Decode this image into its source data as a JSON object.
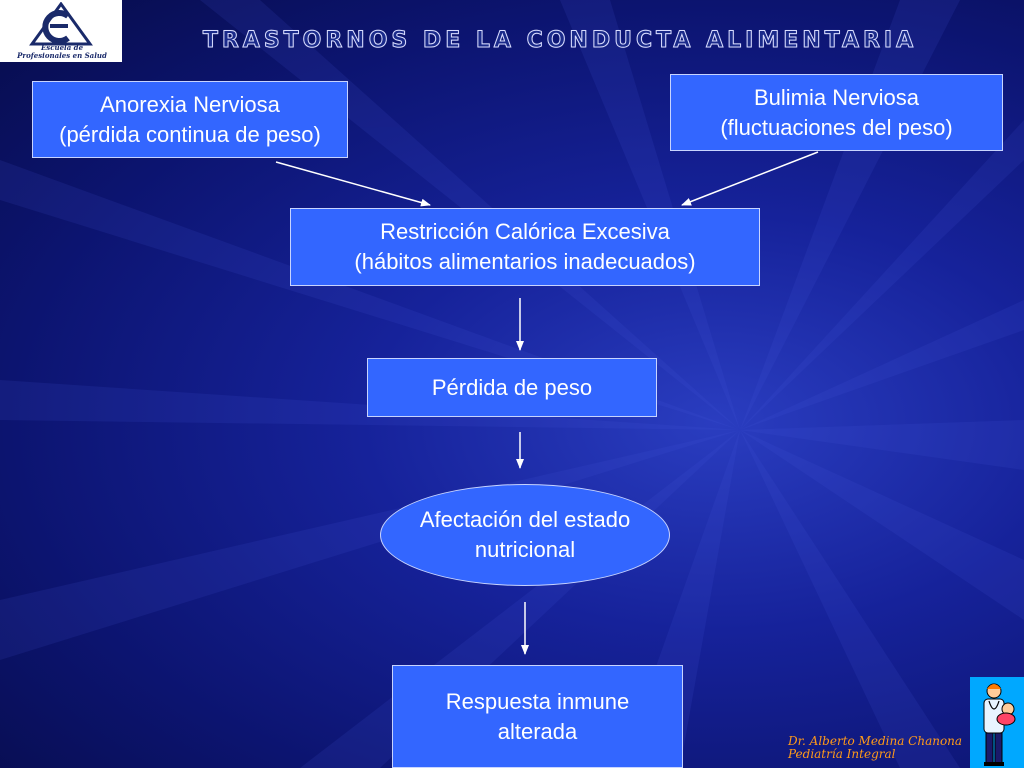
{
  "slide": {
    "title": "TRASTORNOS DE LA CONDUCTA ALIMENTARIA"
  },
  "logo": {
    "line1": "Escuela de",
    "line2": "Profesionales en Salud"
  },
  "nodes": {
    "anorexia": {
      "line1": "Anorexia Nerviosa",
      "line2": "(pérdida continua de peso)"
    },
    "bulimia": {
      "line1": "Bulimia Nerviosa",
      "line2": "(fluctuaciones del peso)"
    },
    "restriccion": {
      "line1": "Restricción Calórica Excesiva",
      "line2": "(hábitos alimentarios inadecuados)"
    },
    "perdida": {
      "line1": "Pérdida de peso"
    },
    "afectacion": {
      "line1": "Afectación del estado",
      "line2": "nutricional"
    },
    "respuesta": {
      "line1": "Respuesta inmune",
      "line2": "alterada"
    }
  },
  "edges": [
    {
      "from": "anorexia",
      "to": "restriccion"
    },
    {
      "from": "bulimia",
      "to": "restriccion"
    },
    {
      "from": "restriccion",
      "to": "perdida"
    },
    {
      "from": "perdida",
      "to": "afectacion"
    },
    {
      "from": "afectacion",
      "to": "respuesta"
    }
  ],
  "footer": {
    "author": "Dr. Alberto Medina Chanona",
    "subtitle": "Pediatría Integral"
  },
  "colors": {
    "node_fill": "#3366ff",
    "node_border": "#c8d4ff",
    "author_text": "#ff9a1a",
    "arrow": "#ffffff"
  }
}
